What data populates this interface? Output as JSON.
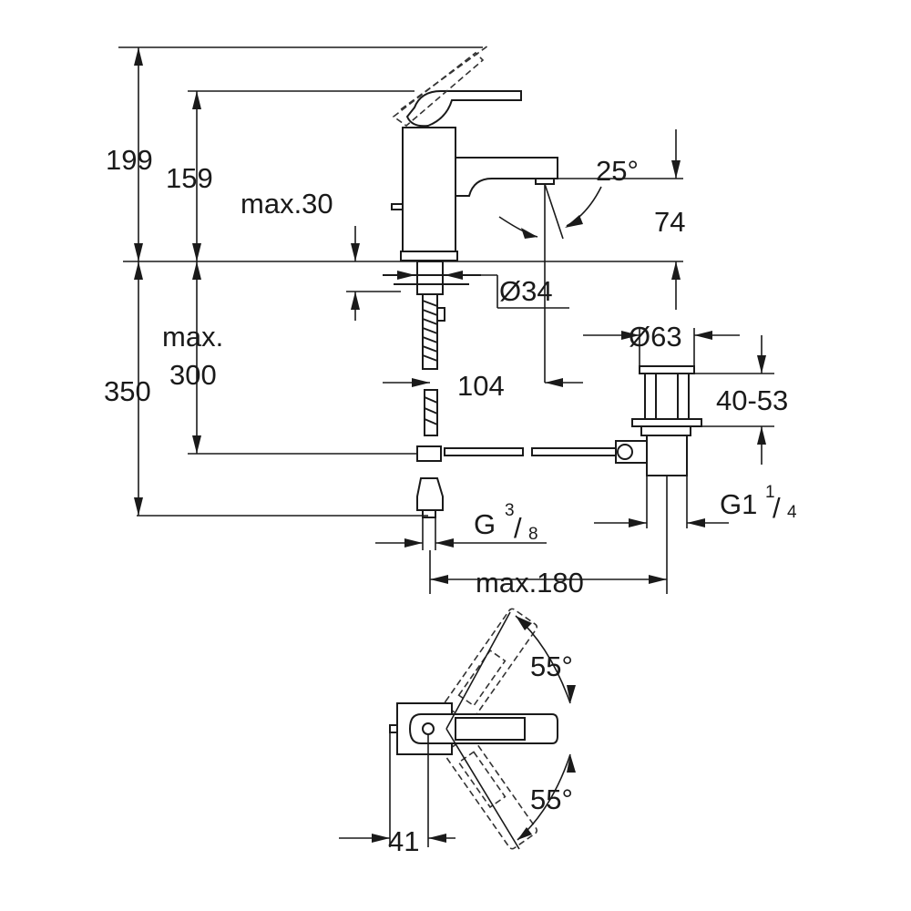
{
  "diagram": {
    "side_view": {
      "dim_total_height": "199",
      "dim_spout_top": "159",
      "dim_deck_thickness": "max.30",
      "dim_spout_angle": "25°",
      "dim_spout_height": "74",
      "dim_hole_diameter": "Ø34",
      "dim_max_label": "max.",
      "dim_max_value": "300",
      "dim_below_deck": "350",
      "dim_spout_reach": "104",
      "dim_waste_diameter": "Ø63",
      "dim_waste_range": "40-53",
      "dim_thread_g": "G",
      "dim_thread_g_num": "3",
      "dim_thread_g_den": "8",
      "dim_thread_g1": "G1",
      "dim_thread_g1_num": "1",
      "dim_thread_g1_den": "4",
      "dim_max_width": "max.180"
    },
    "top_view": {
      "dim_rotation_top": "55°",
      "dim_rotation_bottom": "55°",
      "dim_width": "41"
    }
  }
}
